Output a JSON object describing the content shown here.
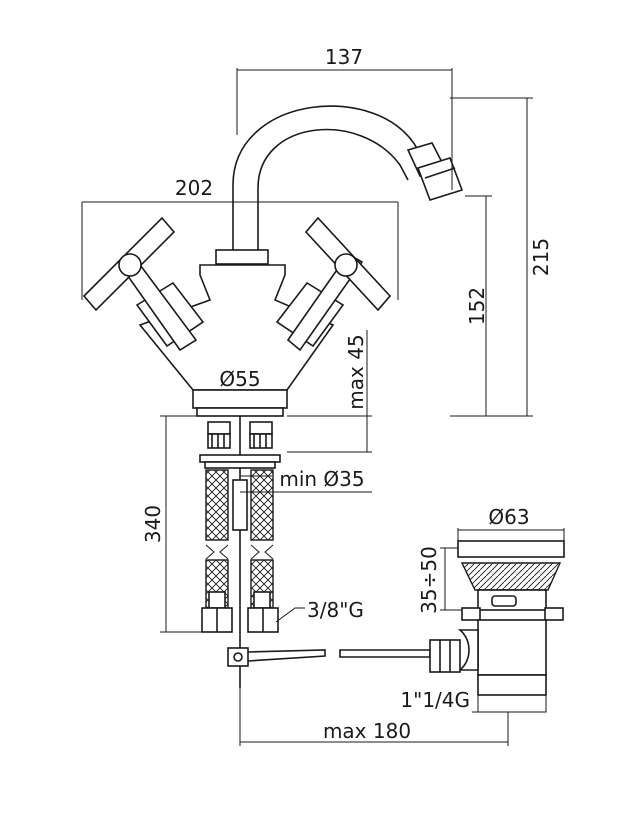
{
  "dimensions": {
    "spout_reach": "137",
    "handle_span": "202",
    "overall_height": "215",
    "spout_height": "152",
    "max_deck": "max 45",
    "base_diameter": "Ø55",
    "hole_diameter": "min Ø35",
    "hose_length": "340",
    "hose_thread": "3/8\"G",
    "waste_diameter": "Ø63",
    "plug_lift": "35÷50",
    "waste_thread": "1\"1/4G",
    "rod_reach": "max 180"
  }
}
